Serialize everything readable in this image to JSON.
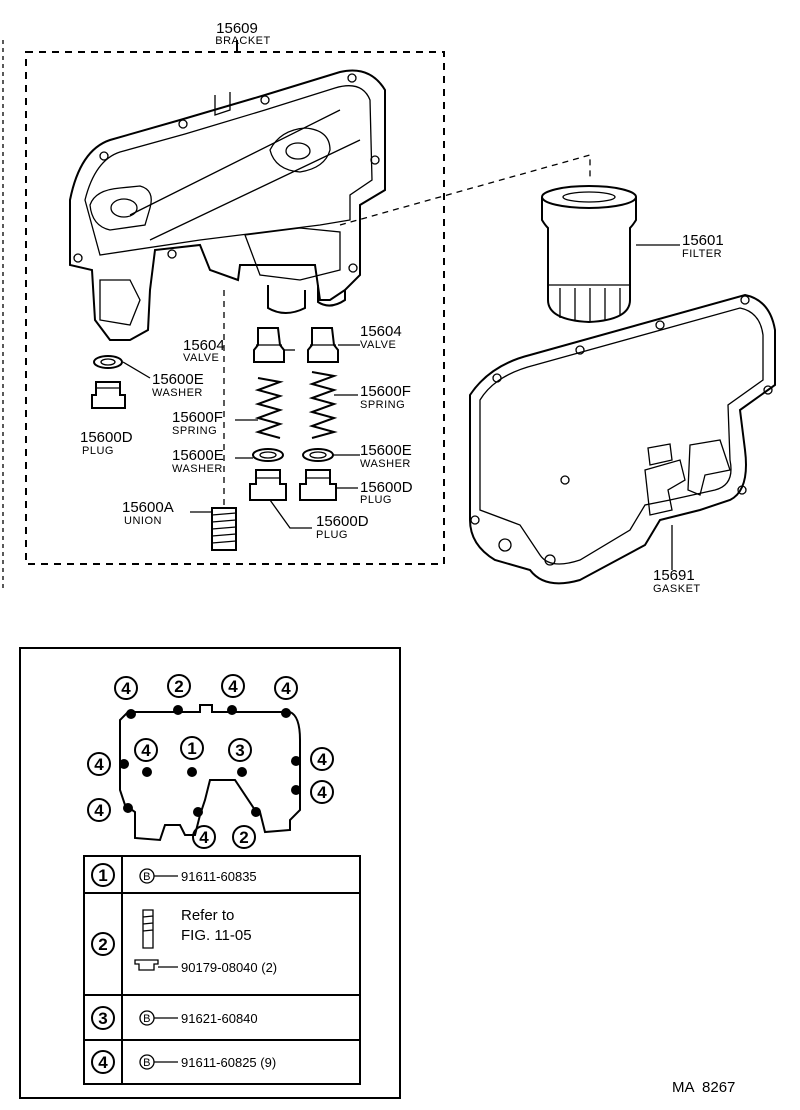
{
  "parts": {
    "bracket": {
      "number": "15609",
      "name": "BRACKET"
    },
    "filter": {
      "number": "15601",
      "name": "FILTER"
    },
    "valve_left": {
      "number": "15604",
      "name": "VALVE"
    },
    "valve_right": {
      "number": "15604",
      "name": "VALVE"
    },
    "washer_top": {
      "number": "15600E",
      "name": "WASHER"
    },
    "plug_left": {
      "number": "15600D",
      "name": "PLUG"
    },
    "spring_left": {
      "number": "15600F",
      "name": "SPRING"
    },
    "spring_right": {
      "number": "15600F",
      "name": "SPRING"
    },
    "washer_mid_left": {
      "number": "15600E",
      "name": "WASHER"
    },
    "washer_mid_right": {
      "number": "15600E",
      "name": "WASHER"
    },
    "plug_right": {
      "number": "15600D",
      "name": "PLUG"
    },
    "plug_bottom": {
      "number": "15600D",
      "name": "PLUG"
    },
    "union": {
      "number": "15600A",
      "name": "UNION"
    },
    "gasket": {
      "number": "15691",
      "name": "GASKET"
    }
  },
  "bolt_map": {
    "callouts": [
      "4",
      "2",
      "4",
      "4",
      "4",
      "1",
      "3",
      "4",
      "4",
      "4",
      "4",
      "4",
      "2"
    ]
  },
  "legend": {
    "rows": [
      {
        "key": "1",
        "symbol": "B",
        "part": "91611-60835"
      },
      {
        "key": "2",
        "refer_line1": "Refer to",
        "refer_line2": "FIG. 11-05",
        "part": "90179-08040 (2)"
      },
      {
        "key": "3",
        "symbol": "B",
        "part": "91621-60840"
      },
      {
        "key": "4",
        "symbol": "B",
        "part": "91611-60825 (9)"
      }
    ]
  },
  "footer": {
    "code": "MA  8267"
  }
}
